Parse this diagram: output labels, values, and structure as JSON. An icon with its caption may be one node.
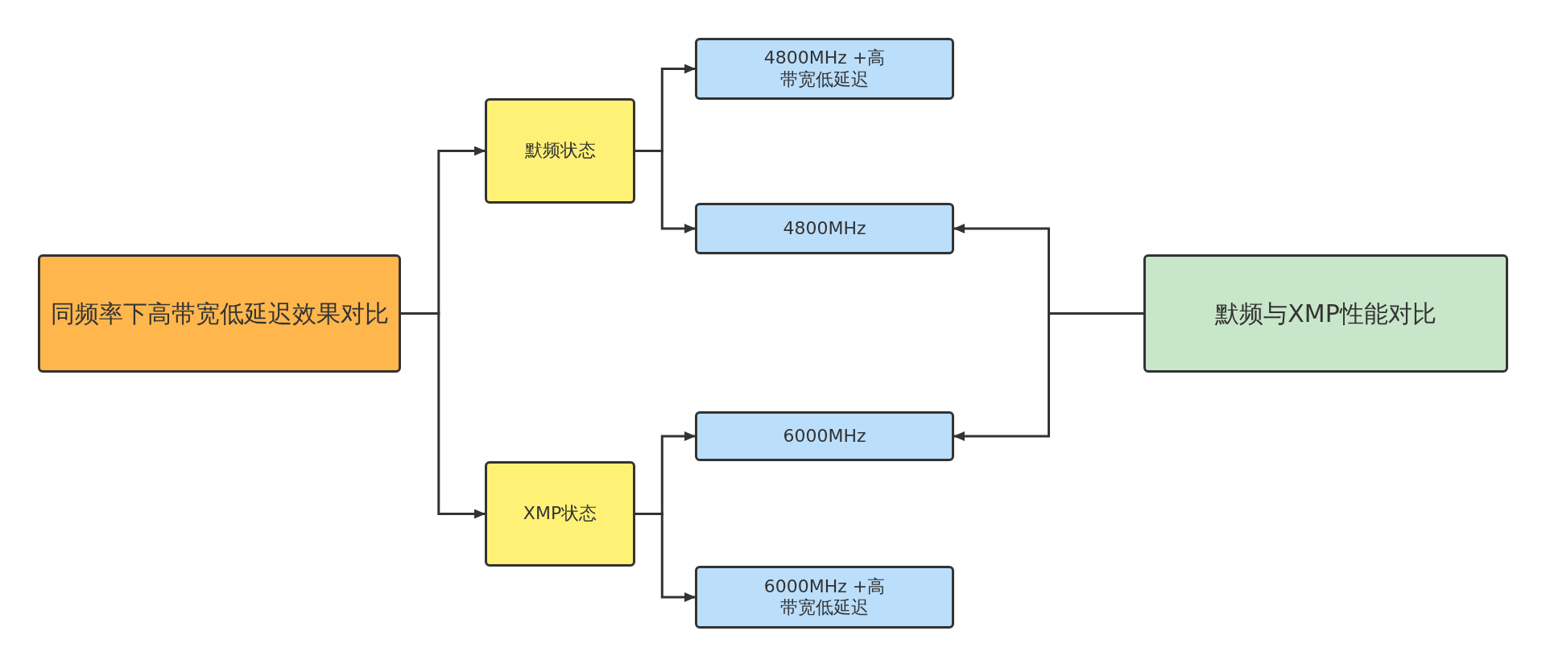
{
  "diagram": {
    "nodes": [
      {
        "text": [
          "同频率下高带宽低延迟效果对比"
        ]
      },
      {
        "text": [
          "默频状态"
        ]
      },
      {
        "text": [
          "XMP状态"
        ]
      },
      {
        "text": [
          "4800MHz +高带宽低延迟"
        ]
      },
      {
        "text": [
          "4800MHz"
        ]
      },
      {
        "text": [
          "6000MHz"
        ]
      },
      {
        "text": [
          "6000MHz +高带宽低延迟"
        ]
      },
      {
        "text": [
          "默频与XMP性能对比"
        ]
      }
    ],
    "edges": [
      {
        "from": 0,
        "to": 1,
        "arrow": "to"
      },
      {
        "from": 0,
        "to": 2,
        "arrow": "to"
      },
      {
        "from": 1,
        "to": 3,
        "arrow": "to"
      },
      {
        "from": 1,
        "to": 4,
        "arrow": "to"
      },
      {
        "from": 2,
        "to": 5,
        "arrow": "to"
      },
      {
        "from": 2,
        "to": 6,
        "arrow": "to"
      },
      {
        "from": 7,
        "to": 4,
        "arrow": "to"
      },
      {
        "from": 7,
        "to": 5,
        "arrow": "to"
      }
    ]
  }
}
